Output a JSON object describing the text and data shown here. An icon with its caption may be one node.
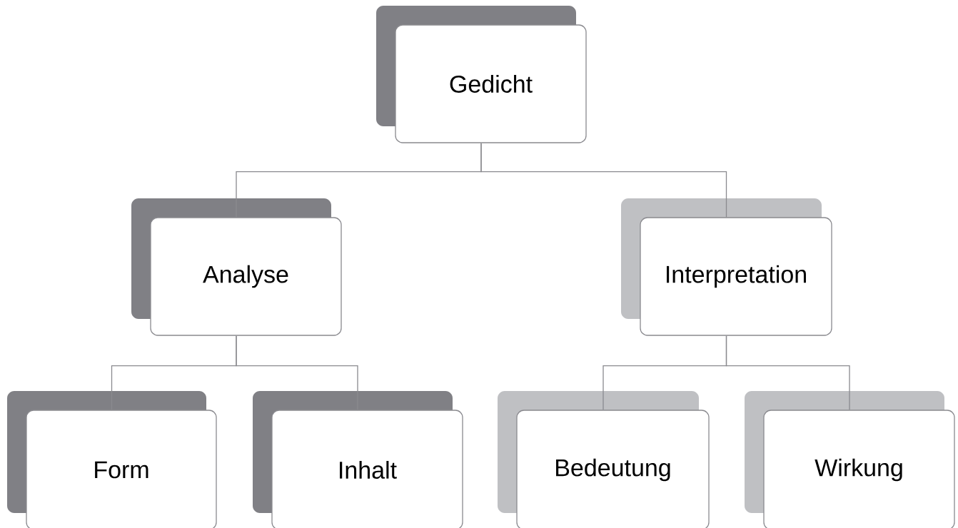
{
  "diagram": {
    "nodes": [
      {
        "text": [
          "Gedicht"
        ]
      },
      {
        "text": [
          "Analyse"
        ]
      },
      {
        "text": [
          "Interpretation"
        ]
      },
      {
        "text": [
          "Form"
        ]
      },
      {
        "text": [
          "Inhalt"
        ]
      },
      {
        "text": [
          "Bedeutung"
        ]
      },
      {
        "text": [
          "Wirkung"
        ]
      }
    ],
    "edges": [
      {
        "from": 0,
        "to": 1,
        "arrow": "none"
      },
      {
        "from": 0,
        "to": 2,
        "arrow": "none"
      },
      {
        "from": 1,
        "to": 3,
        "arrow": "none"
      },
      {
        "from": 1,
        "to": 4,
        "arrow": "none"
      },
      {
        "from": 2,
        "to": 5,
        "arrow": "none"
      },
      {
        "from": 2,
        "to": 6,
        "arrow": "none"
      }
    ]
  }
}
